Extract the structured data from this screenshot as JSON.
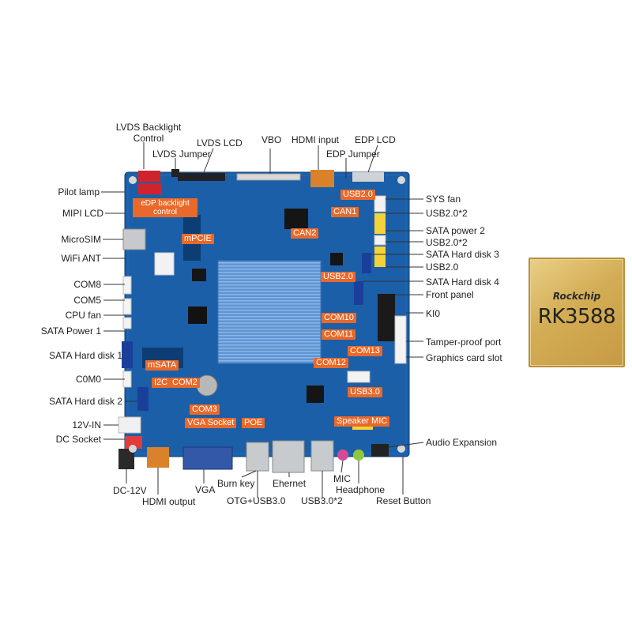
{
  "labels": {
    "lvds_backlight_1": "LVDS Backlight",
    "lvds_backlight_2": "Control",
    "lvds_jumper": "LVDS Jumper",
    "lvds_lcd": "LVDS LCD",
    "vbo": "VBO",
    "hdmi_input": "HDMI input",
    "edp_lcd": "EDP LCD",
    "edp_jumper": "EDP Jumper",
    "pilot_lamp": "Pilot lamp",
    "mipi_lcd": "MIPI LCD",
    "microsim": "MicroSIM",
    "wifi_ant": "WiFi ANT",
    "com8": "COM8",
    "com5": "COM5",
    "cpu_fan": "CPU fan",
    "sata_power_1": "SATA Power 1",
    "sata_hd_1": "SATA Hard disk 1",
    "com0": "C0M0",
    "sata_hd_2": "SATA Hard disk 2",
    "v12_in": "12V-IN",
    "dc_socket": "DC Socket",
    "dc_12v": "DC-12V",
    "hdmi_output": "HDMI output",
    "vga": "VGA",
    "burn_key": "Burn key",
    "otg_usb3": "OTG+USB3.0",
    "ethernet": "Ehernet",
    "usb3_2": "USB3.0*2",
    "mic": "MIC",
    "headphone": "Headphone",
    "reset_button": "Reset Button",
    "audio_expansion": "Audio Expansion",
    "sys_fan": "SYS fan",
    "usb2_x2_a": "USB2.0*2",
    "sata_power_2": "SATA power 2",
    "usb2_x2_b": "USB2.0*2",
    "sata_hd_3": "SATA Hard disk 3",
    "usb2": "USB2.0",
    "sata_hd_4": "SATA Hard disk 4",
    "front_panel": "Front panel",
    "kio": "KI0",
    "tamper_port": "Tamper-proof port",
    "graphics_slot": "Graphics card slot"
  },
  "tags": {
    "edp_backlight_1": "eDP backlight",
    "edp_backlight_2": "control",
    "mpcie": "mPCIE",
    "can1": "CAN1",
    "can2": "CAN2",
    "usb20_top": "USB2.0",
    "usb20_mid": "USB2.0",
    "com10": "COM10",
    "com11": "COM11",
    "com12": "COM12",
    "com13": "COM13",
    "usb30": "USB3.0",
    "msata": "mSATA",
    "i2c": "I2C",
    "com2": "COM2",
    "com3": "COM3",
    "vga_socket": "VGA Socket",
    "poe": "POE",
    "speaker_mic": "Speaker MIC"
  },
  "chip": {
    "brand": "Rockchip",
    "model": "RK3588"
  },
  "colors": {
    "board": "#1b5fa8",
    "label_text": "#1f1f1f",
    "tag_bg": "#e8692a",
    "chip_gold": "#d3ad55",
    "leader": "#333333"
  }
}
